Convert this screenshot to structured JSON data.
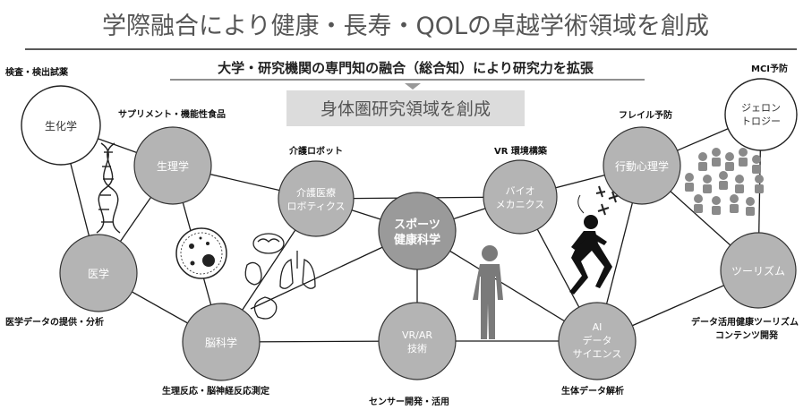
{
  "title": "学際融合により健康・長寿・QOLの卓越学術領域を創成",
  "subtitle": "大学・研究機関の専門知の融合（総合知）により研究力を拡張",
  "center_banner": "身体圏研究領域を創成",
  "nodes": {
    "seikagaku": [
      "生化学"
    ],
    "seirigaku": [
      "生理学"
    ],
    "igaku": [
      "医学"
    ],
    "noukagaku": [
      "脳科学"
    ],
    "kaigo": [
      "介護医療",
      "ロボティクス"
    ],
    "sports": [
      "スポーツ",
      "健康科学"
    ],
    "vrar": [
      "VR/AR",
      "技術"
    ],
    "bio": [
      "バイオ",
      "メカニクス"
    ],
    "ai": [
      "AI",
      "データ",
      "サイエンス"
    ],
    "koudou": [
      "行動心理学"
    ],
    "jeron": [
      "ジェロン",
      "トロジー"
    ],
    "tourism": [
      "ツーリズム"
    ]
  },
  "labels": {
    "kensa": "検査・検出試薬",
    "supplement": "サプリメント・機能性食品",
    "kaigo_robot": "介護ロボット",
    "vr_env": "VR 環境構築",
    "frail": "フレイル予防",
    "mci": "MCI予防",
    "medical_data": "医学データの提供・分析",
    "tourism_dev": [
      "データ活用健康ツーリズム",
      "コンテンツ開発"
    ],
    "seiri_hanno": "生理反応・脳神経反応測定",
    "sensor": "センサー開発・活用",
    "seitai_data": "生体データ解析"
  },
  "colors": {
    "node_fill": "#b4b4b4",
    "node_white": "#ffffff",
    "center_fill": "#9a9a9a",
    "banner_fill": "#dcdcdc",
    "line": "#1a1a1a"
  },
  "icons": [
    "dna-icon",
    "cell-icon",
    "organs-icon",
    "human-body-icon",
    "runner-icon",
    "people-group-icon"
  ]
}
